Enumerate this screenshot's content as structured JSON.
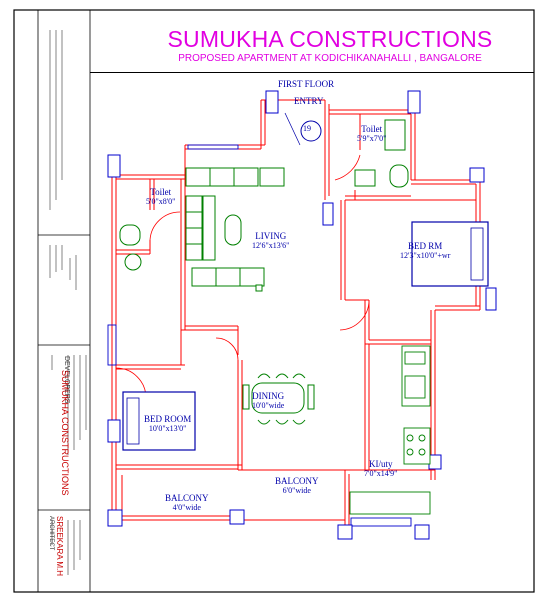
{
  "header": {
    "company": "SUMUKHA CONSTRUCTIONS",
    "project": "PROPOSED APARTMENT AT KODICHIKANAHALLI , BANGALORE"
  },
  "plan": {
    "floor": "FIRST FLOOR",
    "entry": "ENTRY",
    "stair_no": "19"
  },
  "rooms": {
    "toilet_top": {
      "name": "Toilet",
      "size": "5'9\"x7'0\""
    },
    "toilet_left": {
      "name": "Toilet",
      "size": "5'0\"x8'0\""
    },
    "living": {
      "name": "LIVING",
      "size": "12'6\"x13'6\""
    },
    "bed_rm": {
      "name": "BED RM",
      "size": "12'3\"x10'0\"+wr"
    },
    "dining": {
      "name": "DINING",
      "size": "10'0\"wide"
    },
    "bed_room": {
      "name": "BED ROOM",
      "size": "10'0\"x13'0\""
    },
    "kitchen": {
      "name": "KI/uty",
      "size": "7'0\"x14'9\""
    },
    "balcony_mid": {
      "name": "BALCONY",
      "size": "6'0\"wide"
    },
    "balcony_left": {
      "name": "BALCONY",
      "size": "4'0\"wide"
    }
  },
  "sidebar": {
    "architect_label": "ARCHITECT",
    "architect_name": "SREEKARA M.H",
    "developer_label": "DEVELOPERS",
    "developer_name": "SUMUKHA CONSTRUCTIONS"
  },
  "colors": {
    "wall": "#ff0000",
    "furniture": "#008000",
    "title": "#e100e1",
    "label": "#0000aa",
    "column": "#0000cc",
    "border": "#000000"
  }
}
